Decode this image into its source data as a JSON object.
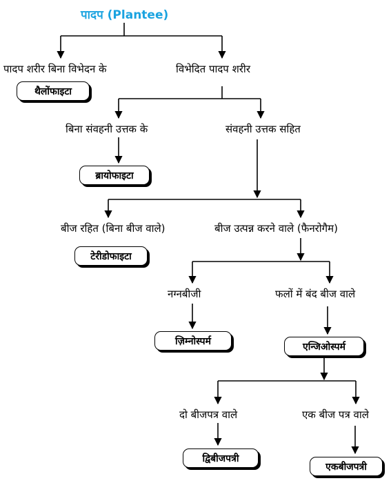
{
  "title": "पादप (Plantee)",
  "nodes": {
    "without_division": "पादप शरीर बिना विभेदन के",
    "thallophyta": "थैलोंफाइटा",
    "differentiated": "विभेदित पादप शरीर",
    "without_vascular": "बिना संवहनी उत्तक के",
    "bryophyta": "ब्रायोफाइटा",
    "with_vascular": "संवहनी उत्तक सहित",
    "seedless": "बीज रहित (बिना बीज वाले)",
    "pteridophyta": "टेरीडोफाइटा",
    "seed_bearing": "बीज उत्पन्न करने वाले (फैनरोगैम)",
    "naked_seed": "नग्नबीजी",
    "gymnosperm": "ज़िम्नोस्पर्म",
    "enclosed_seed": "फलों में बंद बीज वाले",
    "angiosperm": "एन्जिओस्पर्म",
    "two_cotyledons": "दो बीजपत्र वाले",
    "dicot": "द्विबीजपत्री",
    "one_cotyledon": "एक बीज पत्र वाले",
    "monocot": "एकबीजपत्री"
  }
}
